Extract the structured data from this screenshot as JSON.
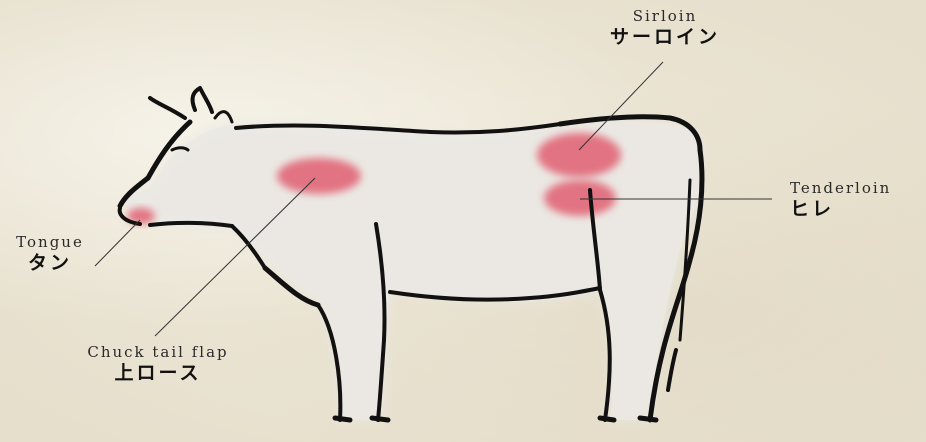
{
  "cuts": [
    {
      "id": "sirloin",
      "en": "Sirloin",
      "jp": "サーロイン"
    },
    {
      "id": "tenderloin",
      "en": "Tenderloin",
      "jp": "ヒレ"
    },
    {
      "id": "tongue",
      "en": "Tongue",
      "jp": "タン"
    },
    {
      "id": "chuck",
      "en": "Chuck tail flap",
      "jp": "上ロース"
    }
  ],
  "colors": {
    "background": "#ece6d6",
    "body_fill": "#e9e7e1",
    "ink": "#111111",
    "highlight": "#e0566a",
    "leader_line": "#333333"
  }
}
